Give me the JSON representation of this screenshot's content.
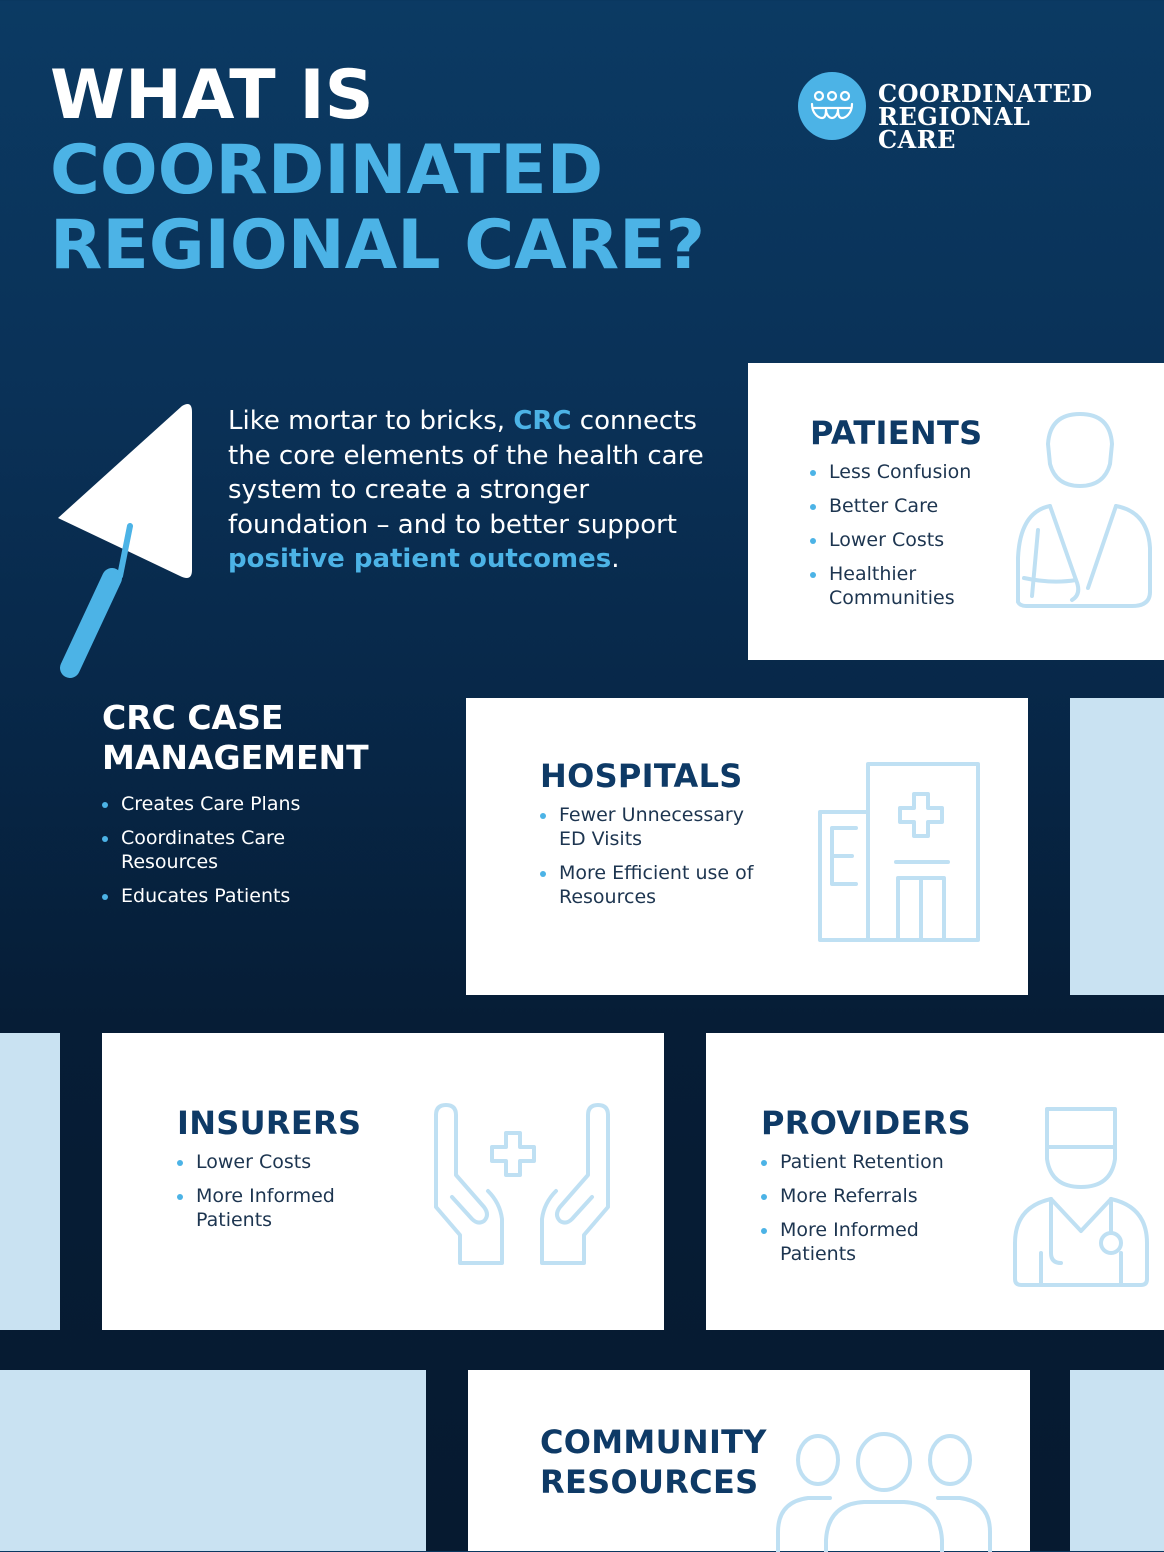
{
  "title": {
    "line1": "WHAT IS",
    "line2": "COORDINATED",
    "line3": "REGIONAL CARE?"
  },
  "logo": {
    "line1": "COORDINATED",
    "line2": "REGIONAL CARE",
    "icon": "three-people-hearts-icon"
  },
  "intro": {
    "part1": "Like mortar to bricks, ",
    "crc": "CRC",
    "part2": " connects the core elements of the health care system to create a stronger foundation – and to better support ",
    "highlight": "positive patient outcomes",
    "part3": "."
  },
  "case_management": {
    "title_line1": "CRC CASE",
    "title_line2": "MANAGEMENT",
    "items": [
      "Creates Care Plans",
      "Coordinates Care Resources",
      "Educates Patients"
    ]
  },
  "patients": {
    "title": "PATIENTS",
    "items": [
      "Less Confusion",
      "Better Care",
      "Lower Costs",
      "Healthier Communities"
    ],
    "icon": "patient-with-sling-icon"
  },
  "hospitals": {
    "title": "HOSPITALS",
    "items": [
      "Fewer Unnecessary ED Visits",
      "More Efficient use of Resources"
    ],
    "icon": "hospital-building-icon"
  },
  "insurers": {
    "title": "INSURERS",
    "items": [
      "Lower Costs",
      "More Informed Patients"
    ],
    "icon": "hands-with-cross-icon"
  },
  "providers": {
    "title": "PROVIDERS",
    "items": [
      "Patient Retention",
      "More Referrals",
      "More Informed Patients"
    ],
    "icon": "doctor-with-stethoscope-icon"
  },
  "community": {
    "title_line1": "COMMUNITY",
    "title_line2": "RESOURCES",
    "icon": "group-of-people-icon"
  },
  "colors": {
    "navy": "#0a3157",
    "accent": "#4cb3e6",
    "heading": "#0e3a66",
    "pale": "#c9e2f2"
  }
}
